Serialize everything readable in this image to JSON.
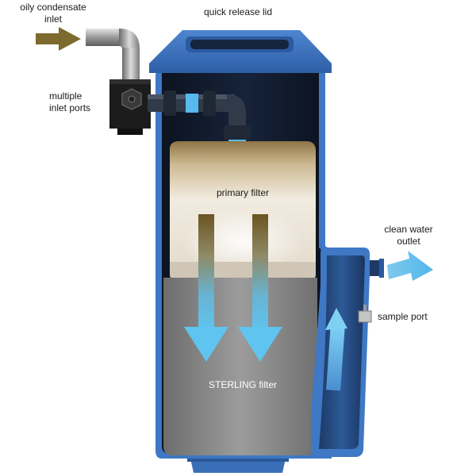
{
  "labels": {
    "inlet": "oily condensate\ninlet",
    "lid": "quick release lid",
    "ports": "multiple\ninlet ports",
    "primary": "primary filter",
    "sterling": "STERLING filter",
    "outlet": "clean water\noutlet",
    "sample": "sample port"
  },
  "colors": {
    "housing_blue": "#3f78c4",
    "housing_dark": "#101826",
    "inlet_arrow": "#7d6a2e",
    "flow_arrow": "#5fc4ef",
    "primary_filter": "#e9dcc4",
    "sterling_filter": "#8f8f8f"
  },
  "icons": {
    "inlet_arrow": "right-arrow-icon",
    "outlet_arrow": "right-arrow-icon",
    "flow_down": "down-arrow-icon",
    "flow_up": "up-arrow-icon"
  }
}
